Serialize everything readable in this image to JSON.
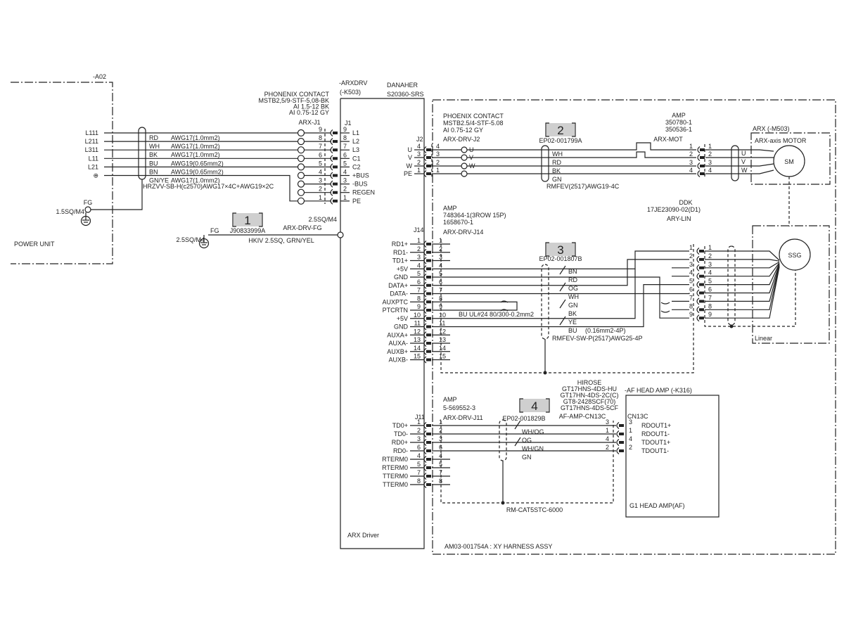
{
  "power_unit": {
    "ref": "-A02",
    "name": "POWER UNIT",
    "signals": [
      "L111",
      "L211",
      "L311",
      "L11",
      "L21",
      "⊕"
    ],
    "fg": "FG",
    "fg_wire": "1.5SQ/M4"
  },
  "cable_power": {
    "colors": [
      "RD",
      "WH",
      "BK",
      "BU",
      "BN",
      "GN/YE"
    ],
    "gauges": [
      "AWG17(1.0mm2)",
      "AWG17(1.0mm2)",
      "AWG17(1.0mm2)",
      "AWG19(0.65mm2)",
      "AWG19(0.65mm2)",
      "AWG17(1.0mm2)"
    ],
    "spec": "HRZVV-SB-H(c2570)AWG17×4C+AWG19×2C"
  },
  "j1_plug": {
    "maker": "PHONENIX CONTACT",
    "lines": [
      "MSTB2,5/9-STF-5,08-BK",
      "AI 1.5-12 BK",
      "AI 0.75-12 GY"
    ],
    "name": "ARX-J1",
    "pins": [
      "9",
      "8",
      "7",
      "6",
      "5",
      "4",
      "3",
      "2",
      "1"
    ]
  },
  "driver": {
    "ref": "-ARXDRV",
    "ref2": "(-K503)",
    "name": "ARX Driver",
    "maker": "DANAHER",
    "model": "S20360-SRS",
    "j1": {
      "name": "J1",
      "pins": [
        "9",
        "8",
        "7",
        "6",
        "5",
        "4",
        "3",
        "2",
        "1"
      ],
      "signals": [
        "L1",
        "L2",
        "L3",
        "C1",
        "C2",
        "+BUS",
        "-BUS",
        "REGEN",
        "PE"
      ]
    },
    "j2": {
      "name": "J2",
      "pins": [
        "4",
        "3",
        "2",
        "1"
      ],
      "signals": [
        "U",
        "V",
        "W",
        "PE"
      ]
    },
    "j14": {
      "name": "J14",
      "pins": [
        "1",
        "2",
        "3",
        "4",
        "5",
        "6",
        "7",
        "8",
        "9",
        "10",
        "11",
        "12",
        "13",
        "14",
        "15"
      ],
      "signals": [
        "RD1+",
        "RD1-",
        "TD1+",
        "+5V",
        "GND",
        "DATA+",
        "DATA-",
        "AUXPTC",
        "PTCRTN",
        "+5V",
        "GND",
        "AUXA+",
        "AUXA-",
        "AUXB+",
        "AUXB-"
      ]
    },
    "j11": {
      "name": "J11",
      "pins": [
        "1",
        "2",
        "3",
        "6",
        "4",
        "5",
        "7",
        "8"
      ],
      "signals": [
        "TD0+",
        "TD0-",
        "RD0+",
        "RD0-",
        "RTERM0",
        "RTERM0",
        "TTERM0",
        "TTERM0"
      ]
    }
  },
  "fg_cable": {
    "item": "1",
    "part": "J90833999A",
    "name": "ARX-DRV-FG",
    "fg": "FG",
    "wire_left": "2.5SQ/M4",
    "wire_right": "2.5SQ/M4",
    "spec": "HKIV 2.5SQ, GRN/YEL"
  },
  "harness": {
    "title": "AM03-001754A : XY HARNESS ASSY"
  },
  "cable2": {
    "item": "2",
    "part": "EP02-001799A",
    "plug_maker": "PHOENIX CONTACT",
    "plug_lines": [
      "MSTB2.5/4-STF-5.08",
      "AI 0.75-12 GY"
    ],
    "plug_name": "ARX-DRV-J2",
    "plug_pins": [
      "4",
      "3",
      "2",
      "1"
    ],
    "plug_signals": [
      "U",
      "V",
      "W"
    ],
    "colors": [
      "WH",
      "RD",
      "BK",
      "GN"
    ],
    "spec": "RMFEV(2517)AWG19-4C",
    "mot_maker": "AMP",
    "mot_lines": [
      "350780-1",
      "350536-1"
    ],
    "mot_name": "ARX-MOT",
    "mot_pins": [
      "1",
      "2",
      "3",
      "4"
    ]
  },
  "motor": {
    "ref": "ARX (-M503)",
    "name": "ARX-axis MOTOR",
    "symbol": "SM",
    "pins": [
      "1",
      "2",
      "3",
      "4"
    ],
    "phases": [
      "U",
      "V",
      "W"
    ]
  },
  "cable3": {
    "item": "3",
    "part": "EP02-001807B",
    "plug_maker": "AMP",
    "plug_lines": [
      "748364-1(3ROW 15P)",
      "1658670-1"
    ],
    "plug_name": "ARX-DRV-J14",
    "colors": [
      "BN",
      "RD",
      "OG",
      "WH",
      "GN",
      "BK",
      "YE",
      "BU"
    ],
    "aux_wire": "BU  UL#24 80/300-0.2mm2",
    "pair_spec": "(0.16mm2-4P)",
    "spec": "RMFEV-SW-P(2517)AWG25-4P",
    "lin_maker": "DDK",
    "lin_lines": [
      "17JE23090-02(D1)"
    ],
    "lin_name": "ARY-LIN",
    "lin_pins": [
      "1",
      "2",
      "3",
      "4",
      "5",
      "6",
      "7",
      "8",
      "9"
    ]
  },
  "linear": {
    "symbol": "SSG",
    "name": "Linear",
    "pins": [
      "1",
      "2",
      "3",
      "4",
      "5",
      "6",
      "7",
      "8",
      "9"
    ]
  },
  "cable4": {
    "item": "4",
    "part": "EP02-001829B",
    "plug_maker": "AMP",
    "plug_lines": [
      "5-569552-3"
    ],
    "plug_name": "ARX-DRV-J11",
    "colors": [
      "WH/OG",
      "OG",
      "WH/GN",
      "GN"
    ],
    "spec": "RM-CAT5STC-6000",
    "far_maker": "HIROSE",
    "far_lines": [
      "GT17HNS-4DS-HU",
      "GT17HN-4DS-2C(C)",
      "GT8-2428SCF(70)",
      "GT17HNS-4DS-5CF"
    ],
    "far_name": "AF-AMP-CN13C",
    "far_pins": [
      "3",
      "1",
      "4",
      "2"
    ]
  },
  "head_amp": {
    "ref": "-AF HEAD AMP (-K316)",
    "connector": "CN13C",
    "pins": [
      "3",
      "1",
      "4",
      "2"
    ],
    "signals": [
      "RDOUT1+",
      "RDOUT1-",
      "TDOUT1+",
      "TDOUT1-"
    ],
    "name": "G1 HEAD AMP(AF)"
  }
}
